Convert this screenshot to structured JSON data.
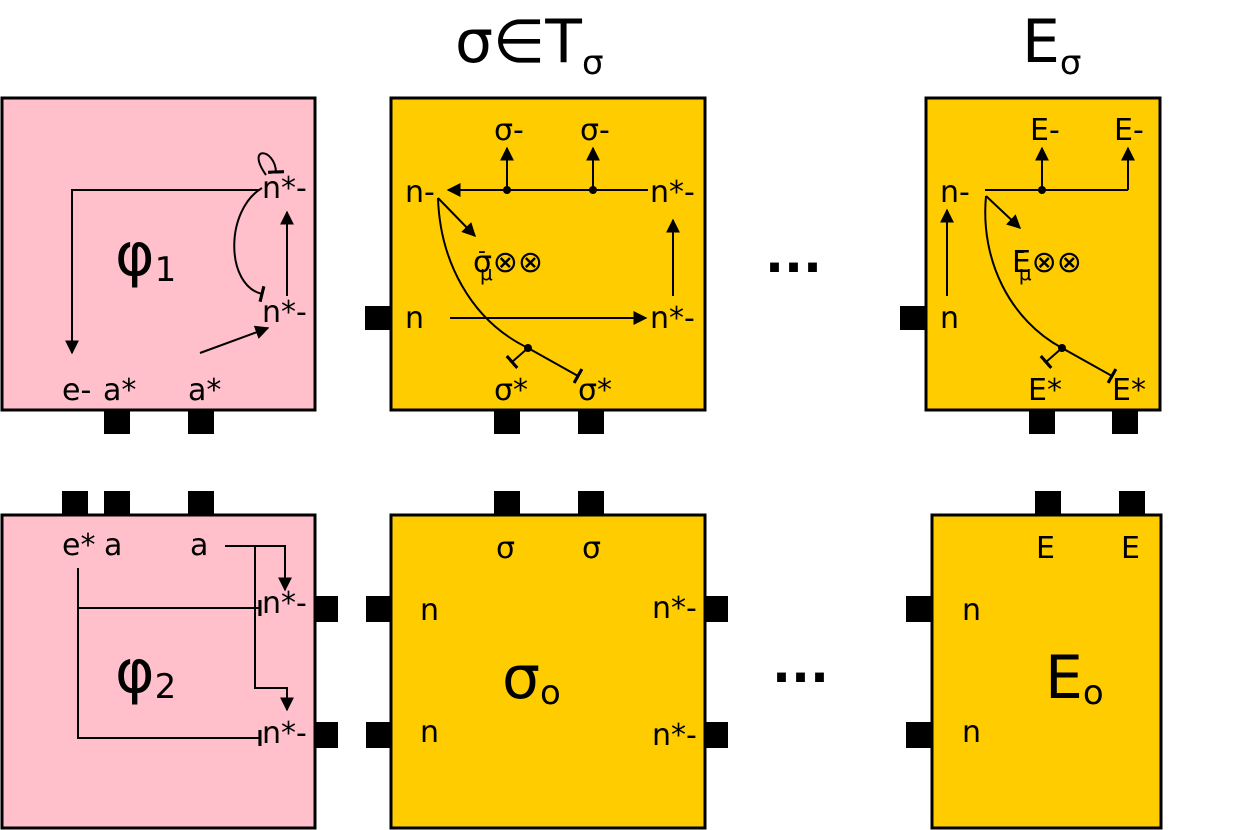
{
  "colors": {
    "pink": "#ffc0cb",
    "yellow": "#ffcc00",
    "black": "#000000"
  },
  "headers": {
    "sigma_in_T": "σ∈T",
    "sigma_in_T_sub": "σ",
    "E": "E",
    "E_sub": "σ"
  },
  "ellipsis": "...",
  "phi1": {
    "name": "φ",
    "index": "1",
    "n_star_minus": "n*-",
    "e_minus": "e-",
    "a_star": "a*"
  },
  "phi2": {
    "name": "φ",
    "index": "2",
    "e_star": "e*",
    "a": "a",
    "n_star_minus": "n*-"
  },
  "sigma_top": {
    "sigma_minus": "σ-",
    "n_minus": "n-",
    "n_star_minus": "n*-",
    "n": "n",
    "sigma_mu": "σ",
    "sigma_mu_sup": "-",
    "sigma_mu_sub": "μ",
    "otimes": "⊗⊗",
    "sigma_star": "σ*"
  },
  "E_top": {
    "E_minus": "E-",
    "n_minus": "n-",
    "n": "n",
    "E_mu": "E",
    "E_mu_sup": "-",
    "E_mu_sub": "μ",
    "otimes": "⊗⊗",
    "E_star": "E*"
  },
  "sigma_bottom": {
    "sigma": "σ",
    "n": "n",
    "n_star_minus": "n*-",
    "center": "σ",
    "center_sub": "o"
  },
  "E_bottom": {
    "E": "E",
    "n": "n",
    "center": "E",
    "center_sub": "o"
  }
}
